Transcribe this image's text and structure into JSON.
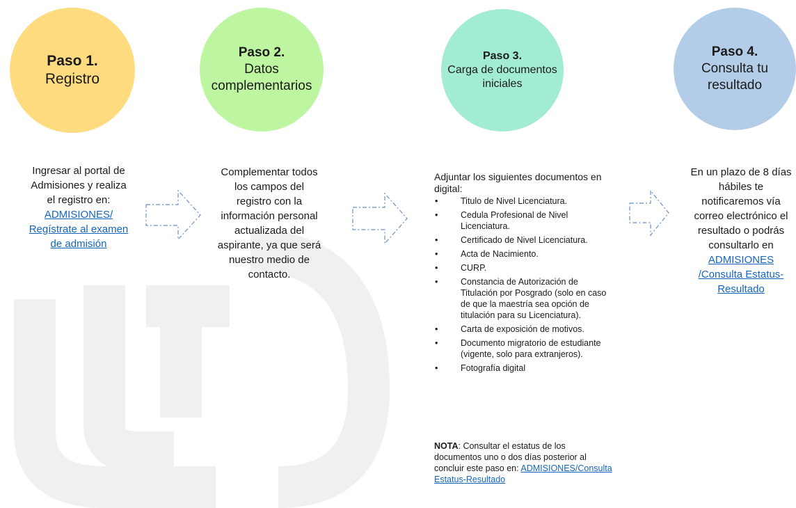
{
  "steps": [
    {
      "title": "Paso 1.",
      "name": "Registro",
      "color": "#fddb7e"
    },
    {
      "title": "Paso 2.",
      "name": "Datos complementarios",
      "color": "#bdf5a0"
    },
    {
      "title": "Paso 3.",
      "name": "Carga de documentos iniciales",
      "color": "#a2ecd2"
    },
    {
      "title": "Paso 4.",
      "name": "Consulta tu resultado",
      "color": "#b3cde9"
    }
  ],
  "step1_desc": {
    "text": "Ingresar al portal de Admisiones y realiza el registro en: ",
    "link": "ADMISIONES/ Regístrate al examen de admisión"
  },
  "step2_desc": {
    "text": "Complementar todos los campos del registro con la información personal actualizada del aspirante, ya que será nuestro medio de contacto."
  },
  "step3_desc": {
    "intro": "Adjuntar los siguientes documentos en digital:",
    "bullet": "•",
    "items": [
      "Titulo de Nivel Licenciatura.",
      "Cedula Profesional de Nivel Licenciatura.",
      "Certificado de Nivel Licenciatura.",
      "Acta de Nacimiento.",
      "CURP.",
      "Constancia de Autorización de Titulación por Posgrado (solo en caso de que la maestría sea opción de titulación para su Licenciatura).",
      "Carta de exposición de motivos.",
      "Documento migratorio de estudiante (vigente, solo para extranjeros).",
      "Fotografía digital"
    ],
    "note_label": "NOTA",
    "note_text": ": Consultar el estatus de los documentos uno o dos días posterior al concluir este paso en: ",
    "note_link": "ADMISIONES/Consulta Estatus-Resultado"
  },
  "step4_desc": {
    "text": "En un plazo de 8 días hábiles te notificaremos vía correo electrónico el resultado o podrás consultarlo en ",
    "link": "ADMISIONES /Consulta Estatus-Resultado"
  },
  "colors": {
    "link": "#1565c0",
    "arrow": "#6b8fc7",
    "watermark": "#f1f1f1"
  }
}
